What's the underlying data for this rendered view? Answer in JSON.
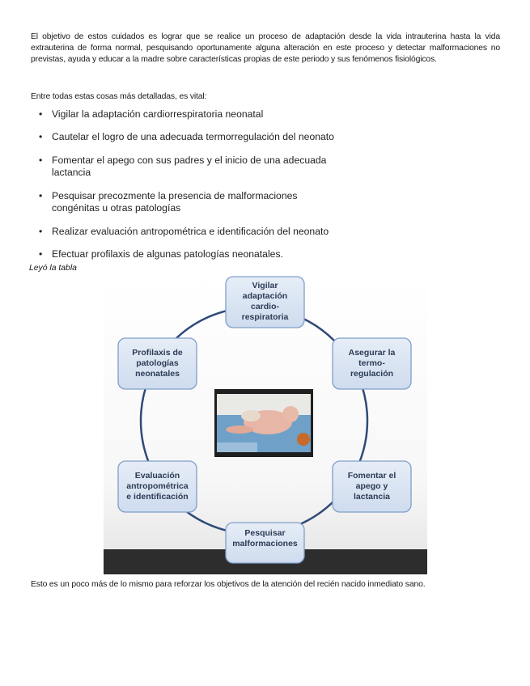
{
  "paragraph1": "El objetivo de estos cuidados es lograr que se realice un proceso de adaptación desde la vida intrauterina hasta la vida extrauterina de forma normal, pesquisando oportunamente alguna alteración en este proceso y detectar malformaciones no previstas, ayuda y educar a la madre sobre características propias de este periodo y sus fenómenos fisiológicos.",
  "paragraph2": "Entre todas estas cosas más detalladas, es vital:",
  "bullets": [
    "Vigilar la adaptación cardiorrespiratoria neonatal",
    "Cautelar el logro de una adecuada termorregulación del neonato",
    "Fomentar el apego con sus padres y el inicio de una adecuada lactancia",
    "Pesquisar precozmente la presencia de malformaciones congénitas u otras patologías",
    "Realizar evaluación antropométrica e identificación del neonato",
    "Efectuar profilaxis de algunas patologías neonatales."
  ],
  "lead_text": "Leyó la tabla",
  "diagram": {
    "nodes": [
      "Vigilar adaptación cardio- respiratoria",
      "Asegurar la termo- regulación",
      "Fomentar el apego y lactancia",
      "Pesquisar malformaciones",
      "Evaluación antropométrica e identificación",
      "Profilaxis de patologías neonatales"
    ],
    "colors": {
      "box_fill": "#dbe5f1",
      "box_border": "#7f9ec9",
      "circle": "#2f4a78",
      "text": "#2c3a55"
    }
  },
  "paragraph3": "Esto es un poco más de lo mismo para reforzar los objetivos de la atención del recién nacido inmediato sano."
}
